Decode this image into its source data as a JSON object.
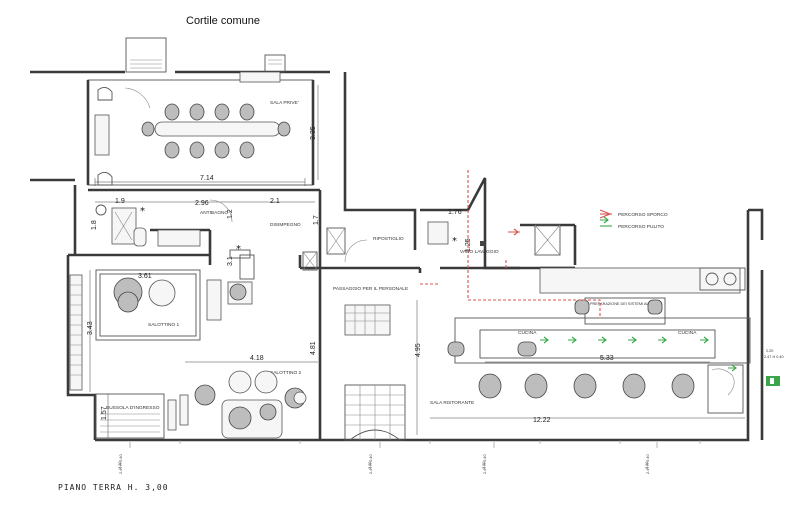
{
  "plan": {
    "courtyard": "Cortile comune",
    "floor_caption": "PIANO TERRA H. 3,00",
    "legend": {
      "dirty_path": "PERCORSO SPORCO",
      "clean_path": "PERCORSO PULITO",
      "dirty_color": "#d9534f",
      "clean_color": "#3aa64a"
    },
    "rooms": {
      "sala_prive": "SALA PRIVE'",
      "antibagno": "ANTIBAGNO",
      "disimpegno": "DISIMPEGNO",
      "ripostiglio": "RIPOSTIGLIO",
      "vano_lavaggio": "VANO LAVAGGIO",
      "passaggio": "PASSAGGIO PER IL PERSONALE",
      "salottino1": "SALOTTINO 1",
      "salottino2": "SALOTTINO 2",
      "bussola": "BUSSOLA D'INGRESSO",
      "sala_ristorante": "SALA RISTORANTE",
      "cucina_a": "CUCINA",
      "cucina_b": "CUCINA",
      "preparazione": "PREPARAZIONE DEI SISTEMI ALT..."
    },
    "dimensions": {
      "d714": "7.14",
      "d335": "3.35",
      "d296": "2.96",
      "d19": "1.9",
      "d21": "2.1",
      "d12": "1.2",
      "d17": "1.7",
      "d18": "1.8",
      "d176": "1.76",
      "d125": "1.25",
      "d361": "3.61",
      "d343": "3.43",
      "d418": "4.18",
      "d481": "4.81",
      "d495": "4.95",
      "d157": "1.57",
      "d533": "5.33",
      "d1222": "12.22",
      "d31": "3.1"
    },
    "level_marks": {
      "m1": "2.20",
      "m2": "2.20",
      "m3": "2.20",
      "m4": "2.20",
      "m5": "2.20",
      "m1b": "2.47 H 0.40",
      "m2b": "2.47 H 0.40",
      "m3b": "2.47 H 0.40",
      "m4b": "2.47 H 0.40",
      "m5b": "2.47 H 0.40"
    },
    "icons": [
      "star-icon",
      "exit-sign-icon",
      "stair-icon"
    ]
  }
}
